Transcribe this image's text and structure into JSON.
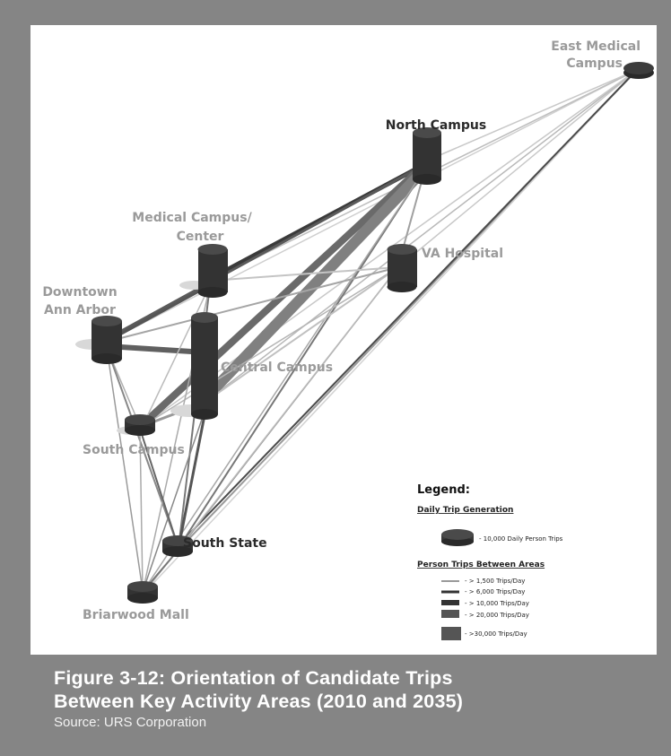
{
  "figure": {
    "title_line1": "Figure 3-12: Orientation of Candidate Trips",
    "title_line2": "Between Key Activity Areas (2010 and 2035)",
    "source": "Source: URS Corporation"
  },
  "nodes": [
    {
      "id": "east-medical",
      "label_lines": [
        "East Medical",
        "Campus"
      ]
    },
    {
      "id": "north-campus",
      "label_lines": [
        "North Campus"
      ]
    },
    {
      "id": "medical-campus",
      "label_lines": [
        "Medical Campus/",
        "Center"
      ]
    },
    {
      "id": "va-hospital",
      "label_lines": [
        "VA Hospital"
      ]
    },
    {
      "id": "downtown",
      "label_lines": [
        "Downtown",
        "Ann Arbor"
      ]
    },
    {
      "id": "central-campus",
      "label_lines": [
        "Central Campus"
      ]
    },
    {
      "id": "south-campus",
      "label_lines": [
        "South Campus"
      ]
    },
    {
      "id": "south-state",
      "label_lines": [
        "South State"
      ]
    },
    {
      "id": "briarwood",
      "label_lines": [
        "Briarwood Mall"
      ]
    }
  ],
  "legend": {
    "heading": "Legend:",
    "trip_generation_heading": "Daily Trip Generation",
    "trip_generation_item": "- 10,000 Daily Person Trips",
    "between_heading": "Person Trips Between Areas",
    "flow_items": [
      "- > 1,500 Trips/Day",
      "- > 6,000 Trips/Day",
      "- > 10,000 Trips/Day",
      "- > 20,000 Trips/Day",
      "- >30,000 Trips/Day"
    ]
  }
}
